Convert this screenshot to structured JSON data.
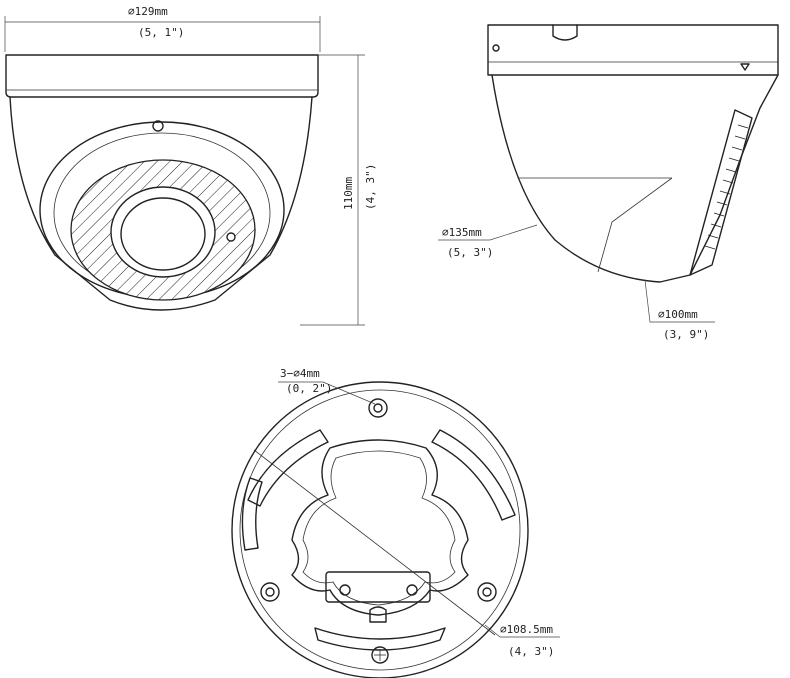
{
  "front_view": {
    "width_dim": "⌀129mm",
    "width_dim_in": "(5, 1\")",
    "height_dim": "110mm",
    "height_dim_in": "(4, 3\")"
  },
  "side_view": {
    "dome_dim": "⌀135mm",
    "dome_dim_in": "(5, 3\")",
    "base_dim": "⌀100mm",
    "base_dim_in": "(3, 9\")"
  },
  "base_view": {
    "hole_dim": "3−⌀4mm",
    "hole_dim_in": "(0, 2\")",
    "circle_dim": "⌀108.5mm",
    "circle_dim_in": "(4, 3\")"
  }
}
